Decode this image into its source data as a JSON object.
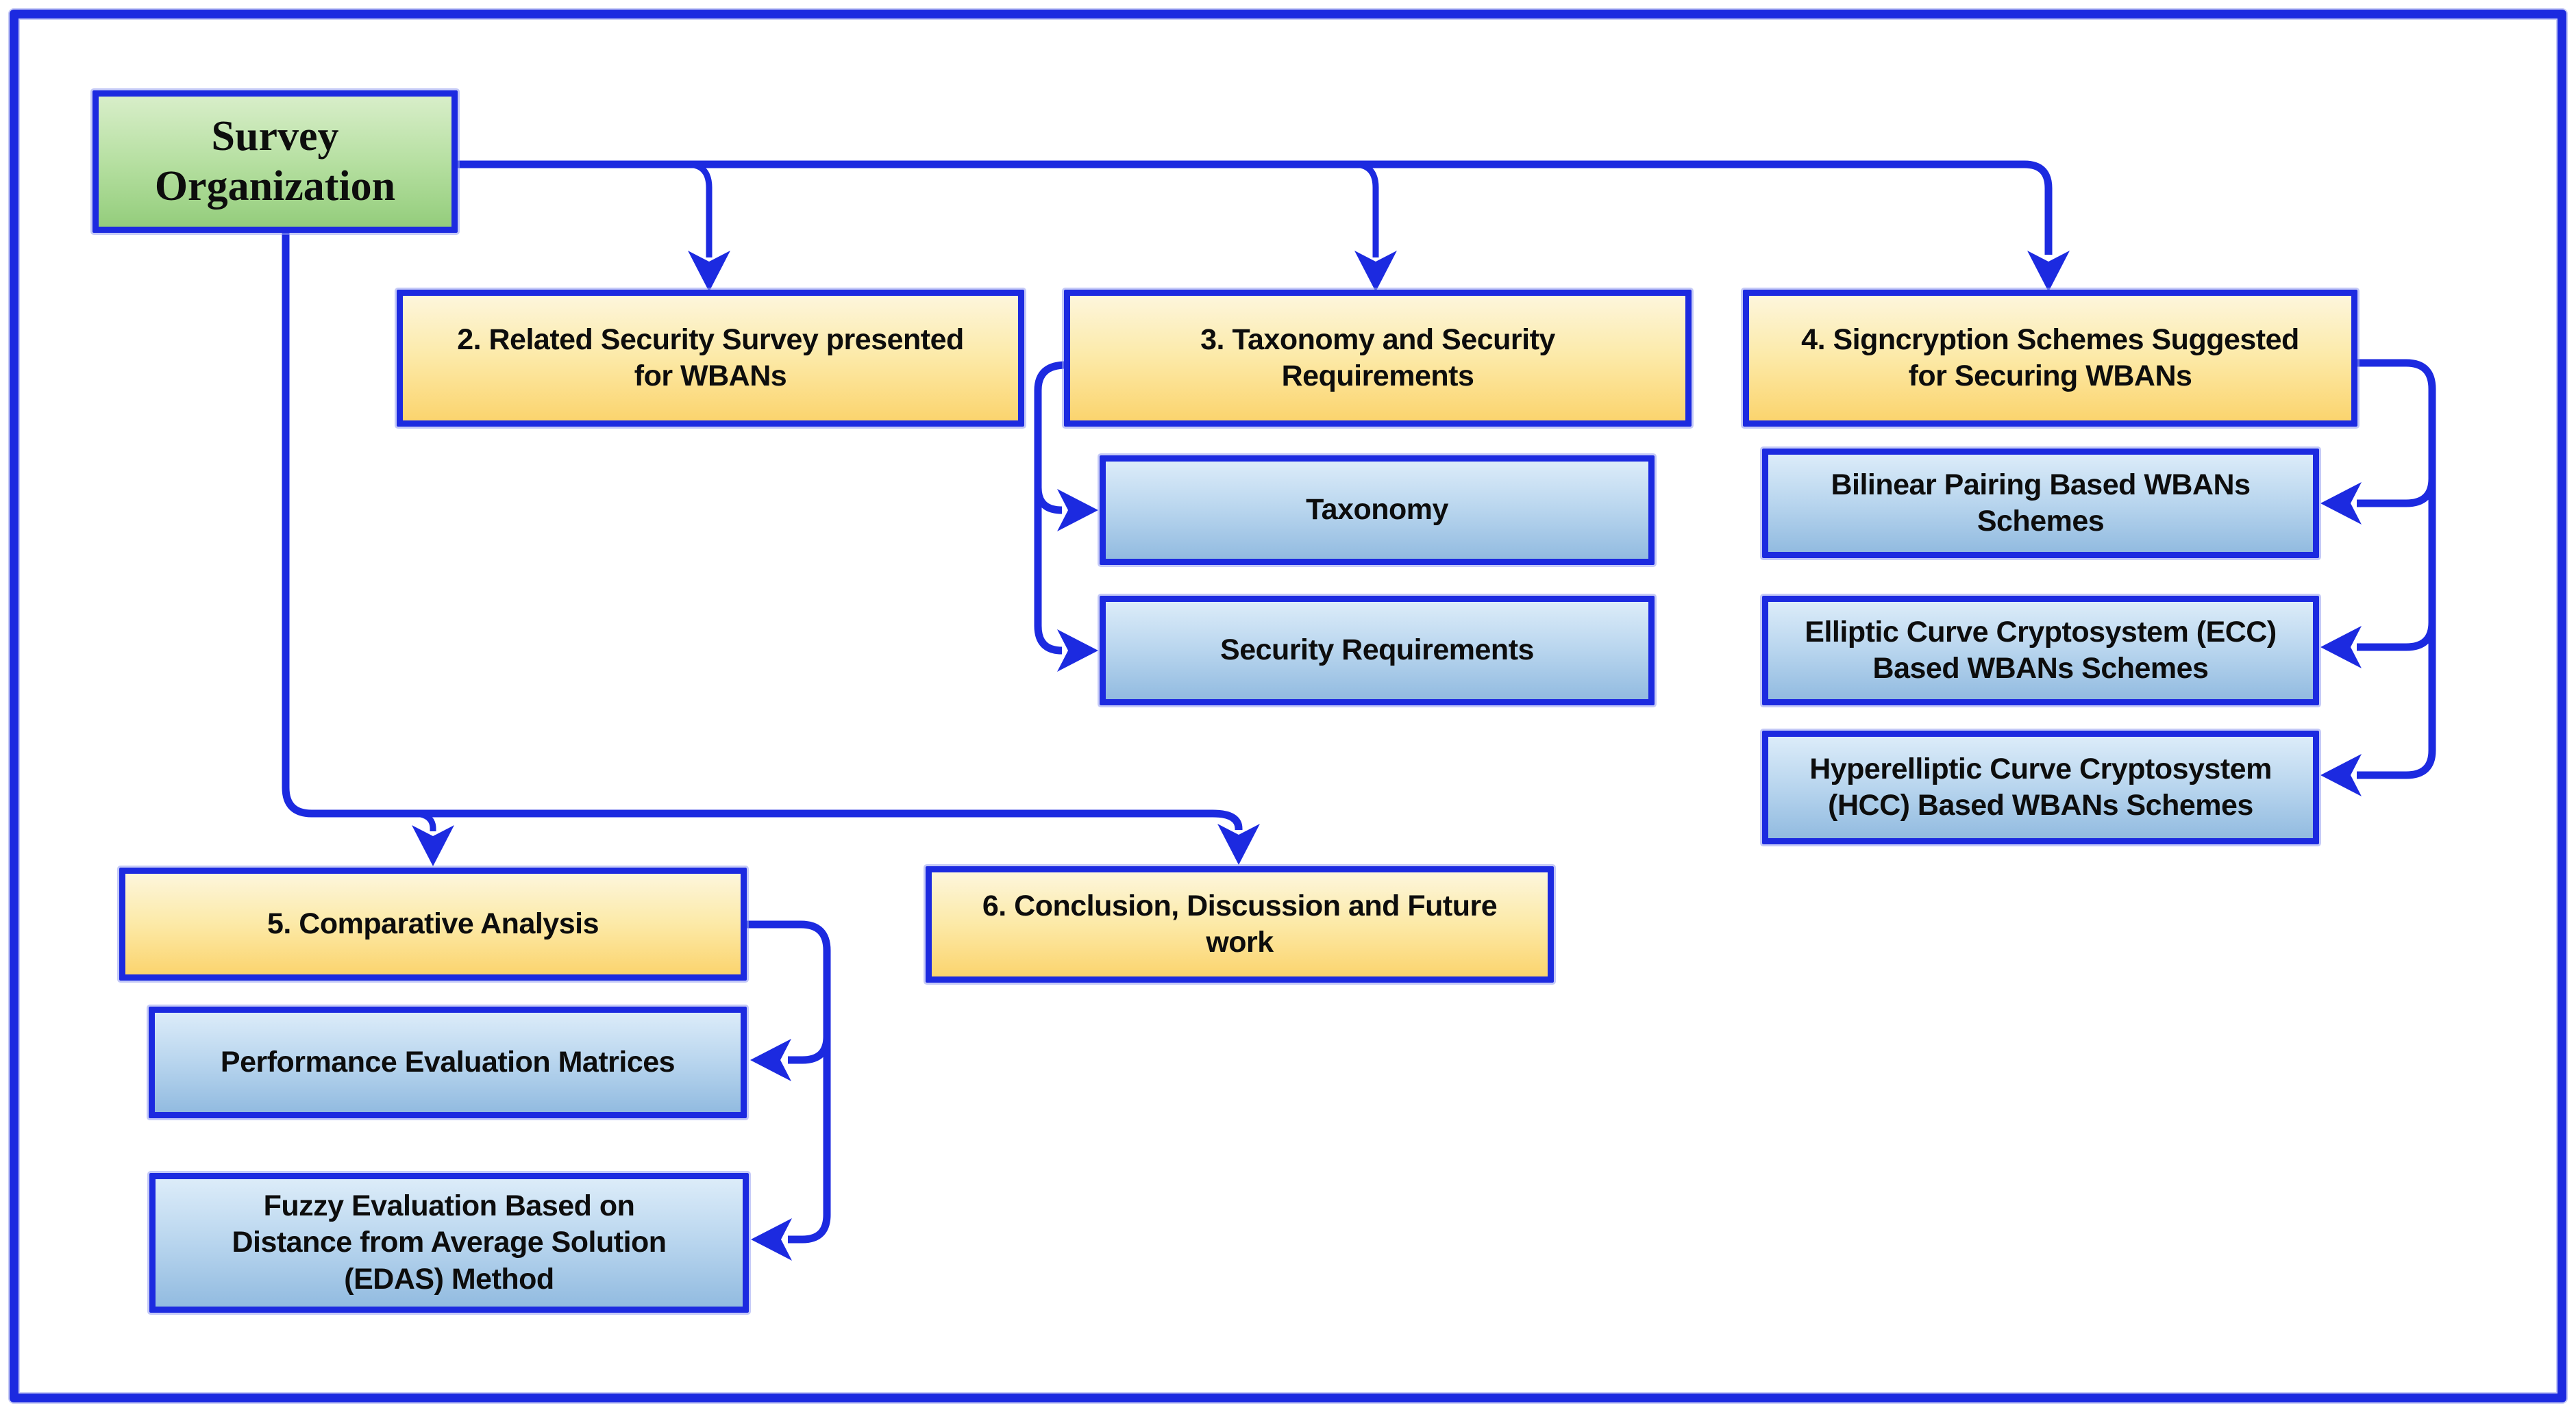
{
  "figure": {
    "background": "#ffffff",
    "accent_blue": "#1c2ae0",
    "node_colors": {
      "root_fill_top": "#d8eec9",
      "root_fill_bottom": "#94cd7c",
      "section_fill_top": "#fdf6dc",
      "section_fill_bottom": "#fbd46e",
      "subtopic_fill_top": "#dcecf9",
      "subtopic_fill_bottom": "#92bbe0"
    }
  },
  "nodes": {
    "root": {
      "lines": [
        "Survey",
        "Organization"
      ]
    },
    "related": {
      "lines": [
        "2. Related Security Survey presented",
        "for WBANs"
      ]
    },
    "taxonomy_security": {
      "lines": [
        "3. Taxonomy and Security",
        "Requirements"
      ]
    },
    "signcryption": {
      "lines": [
        "4. Signcryption Schemes Suggested",
        "for Securing WBANs"
      ]
    },
    "taxonomy": {
      "lines": [
        "Taxonomy"
      ]
    },
    "security_requirements": {
      "lines": [
        "Security Requirements"
      ]
    },
    "bilinear": {
      "lines": [
        "Bilinear Pairing Based WBANs",
        "Schemes"
      ]
    },
    "ecc": {
      "lines": [
        "Elliptic Curve Cryptosystem (ECC)",
        "Based WBANs Schemes"
      ]
    },
    "hcc": {
      "lines": [
        "Hyperelliptic Curve Cryptosystem",
        "(HCC) Based WBANs Schemes"
      ]
    },
    "comparative": {
      "lines": [
        "5. Comparative Analysis"
      ]
    },
    "conclusion": {
      "lines": [
        "6. Conclusion, Discussion and Future",
        "work"
      ]
    },
    "performance": {
      "lines": [
        "Performance Evaluation Matrices"
      ]
    },
    "fuzzy": {
      "lines": [
        "Fuzzy Evaluation Based on",
        "Distance from Average Solution",
        "(EDAS) Method"
      ]
    }
  },
  "edges": [
    {
      "from": "root",
      "to": "related"
    },
    {
      "from": "root",
      "to": "taxonomy_security"
    },
    {
      "from": "root",
      "to": "signcryption"
    },
    {
      "from": "root",
      "to": "comparative"
    },
    {
      "from": "root",
      "to": "conclusion"
    },
    {
      "from": "taxonomy_security",
      "to": "taxonomy"
    },
    {
      "from": "taxonomy_security",
      "to": "security_requirements"
    },
    {
      "from": "signcryption",
      "to": "bilinear"
    },
    {
      "from": "signcryption",
      "to": "ecc"
    },
    {
      "from": "signcryption",
      "to": "hcc"
    },
    {
      "from": "comparative",
      "to": "performance"
    },
    {
      "from": "comparative",
      "to": "fuzzy"
    }
  ]
}
